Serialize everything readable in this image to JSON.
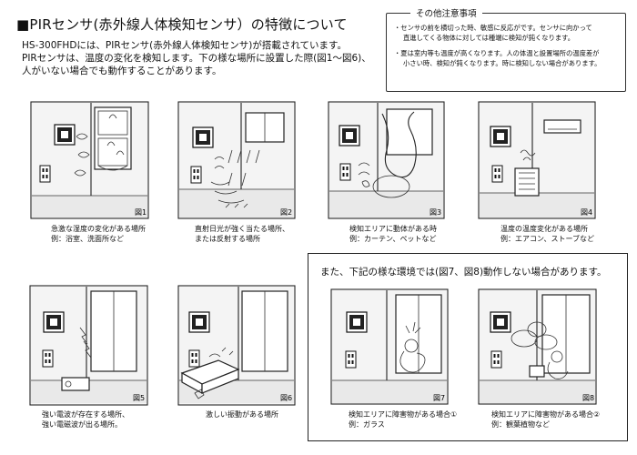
{
  "title": "■PIRセンサ(赤外線人体検知センサ）の特徴について",
  "intro": {
    "line1": "HS-300FHDには、PIRセンサ(赤外線人体検知センサ)が搭載されています。",
    "line2": "PIRセンサは、温度の変化を検知します。下の様な場所に設置した際(図1～図6)、",
    "line3": "人がいない場合でも動作することがあります。"
  },
  "notes": {
    "title": "その他注意事項",
    "item1": {
      "line1": "・センサの前を横切った時、敏感に反応がです。センサに向かって",
      "line2": "直進してくる物体に対しては種端に検知が鈍くなります。"
    },
    "item2": {
      "line1": "・夏は室内等も温度が高くなります。人の体温と設置場所の温度差が",
      "line2": "小さい時、検知が鈍くなります。時に検知しない場合があります。"
    }
  },
  "figures": [
    {
      "label": "図1",
      "caption1": "急激な湿度の変化がある場所",
      "caption2": "例：浴室、洗面所など"
    },
    {
      "label": "図2",
      "caption1": "直射日光が強く当たる場所、",
      "caption2": "または反射する場所"
    },
    {
      "label": "図3",
      "caption1": "検知エリアに動体がある時",
      "caption2": "例：カーテン、ペットなど"
    },
    {
      "label": "図4",
      "caption1": "温度の温度変化がある場所",
      "caption2": "例：エアコン、ストーブなど"
    },
    {
      "label": "図5",
      "caption1": "強い電波が存在する場所、",
      "caption2": "強い電磁波が出る場所。"
    },
    {
      "label": "図6",
      "caption1": "激しい振動がある場所",
      "caption2": ""
    },
    {
      "label": "図7",
      "caption1": "検知エリアに障害物がある場合①",
      "caption2": "例：ガラス"
    },
    {
      "label": "図8",
      "caption1": "検知エリアに障害物がある場合②",
      "caption2": "例：観葉植物など"
    }
  ],
  "bottom_title": "また、下記の様な環境では(図7、図8)動作しない場合があります。"
}
